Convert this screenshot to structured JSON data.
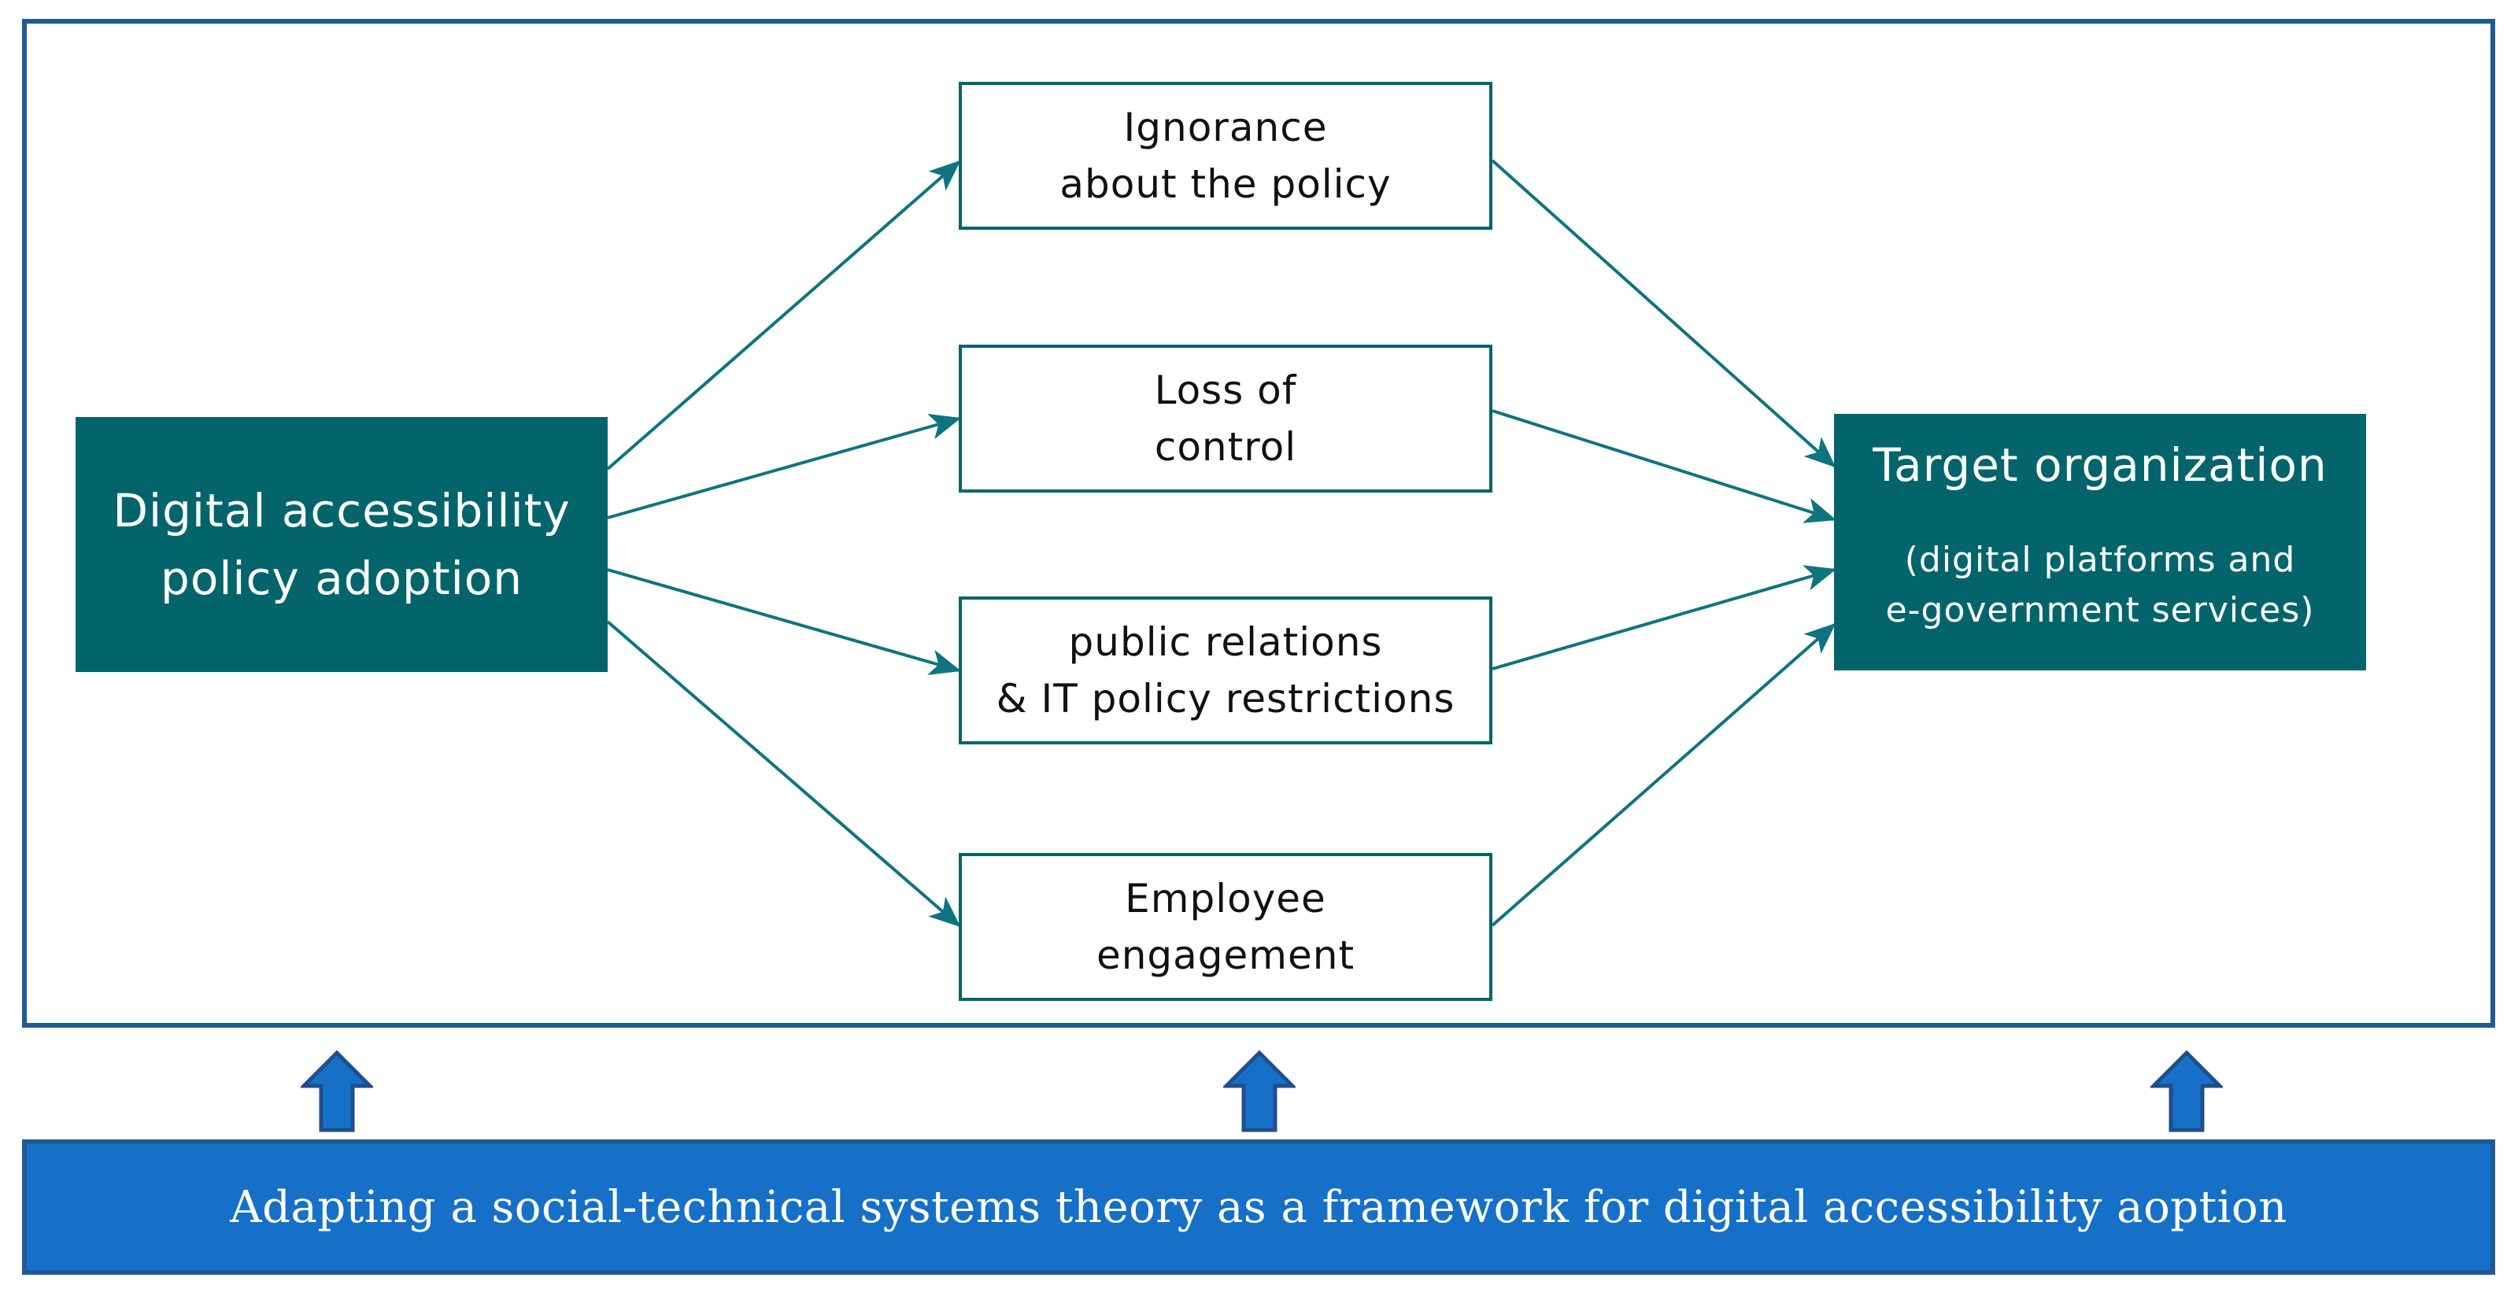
{
  "diagram": {
    "source": {
      "label": "Digital accessibility\npolicy adoption"
    },
    "target": {
      "label": "Target organization",
      "sublabel": "(digital platforms and\ne-government services)"
    },
    "factors": [
      {
        "label": "Ignorance\nabout the policy"
      },
      {
        "label": "Loss of\ncontrol"
      },
      {
        "label": "public relations\n& IT policy restrictions"
      },
      {
        "label": "Employee\nengagement"
      }
    ],
    "banner": {
      "label": "Adapting a social-technical systems theory as a framework for digital accessibility aoption"
    }
  },
  "colors": {
    "teal": "#03656b",
    "frame_blue": "#1f5a96",
    "banner_blue": "#1670c8",
    "arrow_teal": "#0e7480"
  }
}
